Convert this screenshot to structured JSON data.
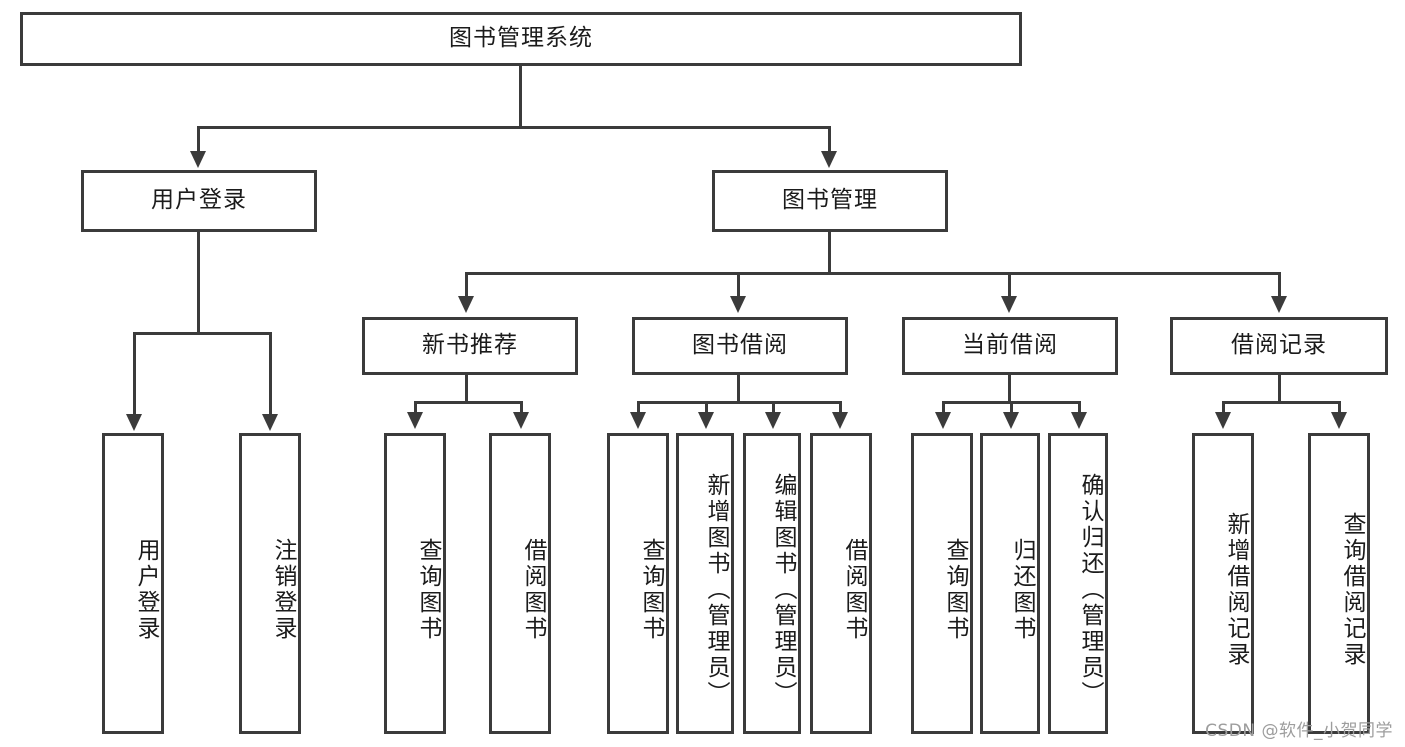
{
  "diagram": {
    "title": "图书管理系统",
    "type": "tree",
    "root": {
      "label": "图书管理系统"
    },
    "level1": [
      {
        "label": "用户登录"
      },
      {
        "label": "图书管理"
      }
    ],
    "level2": [
      {
        "label": "新书推荐"
      },
      {
        "label": "图书借阅"
      },
      {
        "label": "当前借阅"
      },
      {
        "label": "借阅记录"
      }
    ],
    "leaves": {
      "user_login": [
        {
          "label": "用户登录"
        },
        {
          "label": "注销登录"
        }
      ],
      "new_book": [
        {
          "label": "查询图书"
        },
        {
          "label": "借阅图书"
        }
      ],
      "book_borrow": [
        {
          "label": "查询图书"
        },
        {
          "label": "新增图书（管理员）"
        },
        {
          "label": "编辑图书（管理员）"
        },
        {
          "label": "借阅图书"
        }
      ],
      "current_borrow": [
        {
          "label": "查询图书"
        },
        {
          "label": "归还图书"
        },
        {
          "label": "确认归还（管理员）"
        }
      ],
      "borrow_record": [
        {
          "label": "新增借阅记录"
        },
        {
          "label": "查询借阅记录"
        }
      ]
    }
  },
  "watermark": {
    "text": "CSDN @软件_小贺同学"
  },
  "colors": {
    "stroke": "#3b3b3b",
    "text": "#1b1b1b",
    "background": "#ffffff",
    "watermark": "#9d9d9d"
  }
}
